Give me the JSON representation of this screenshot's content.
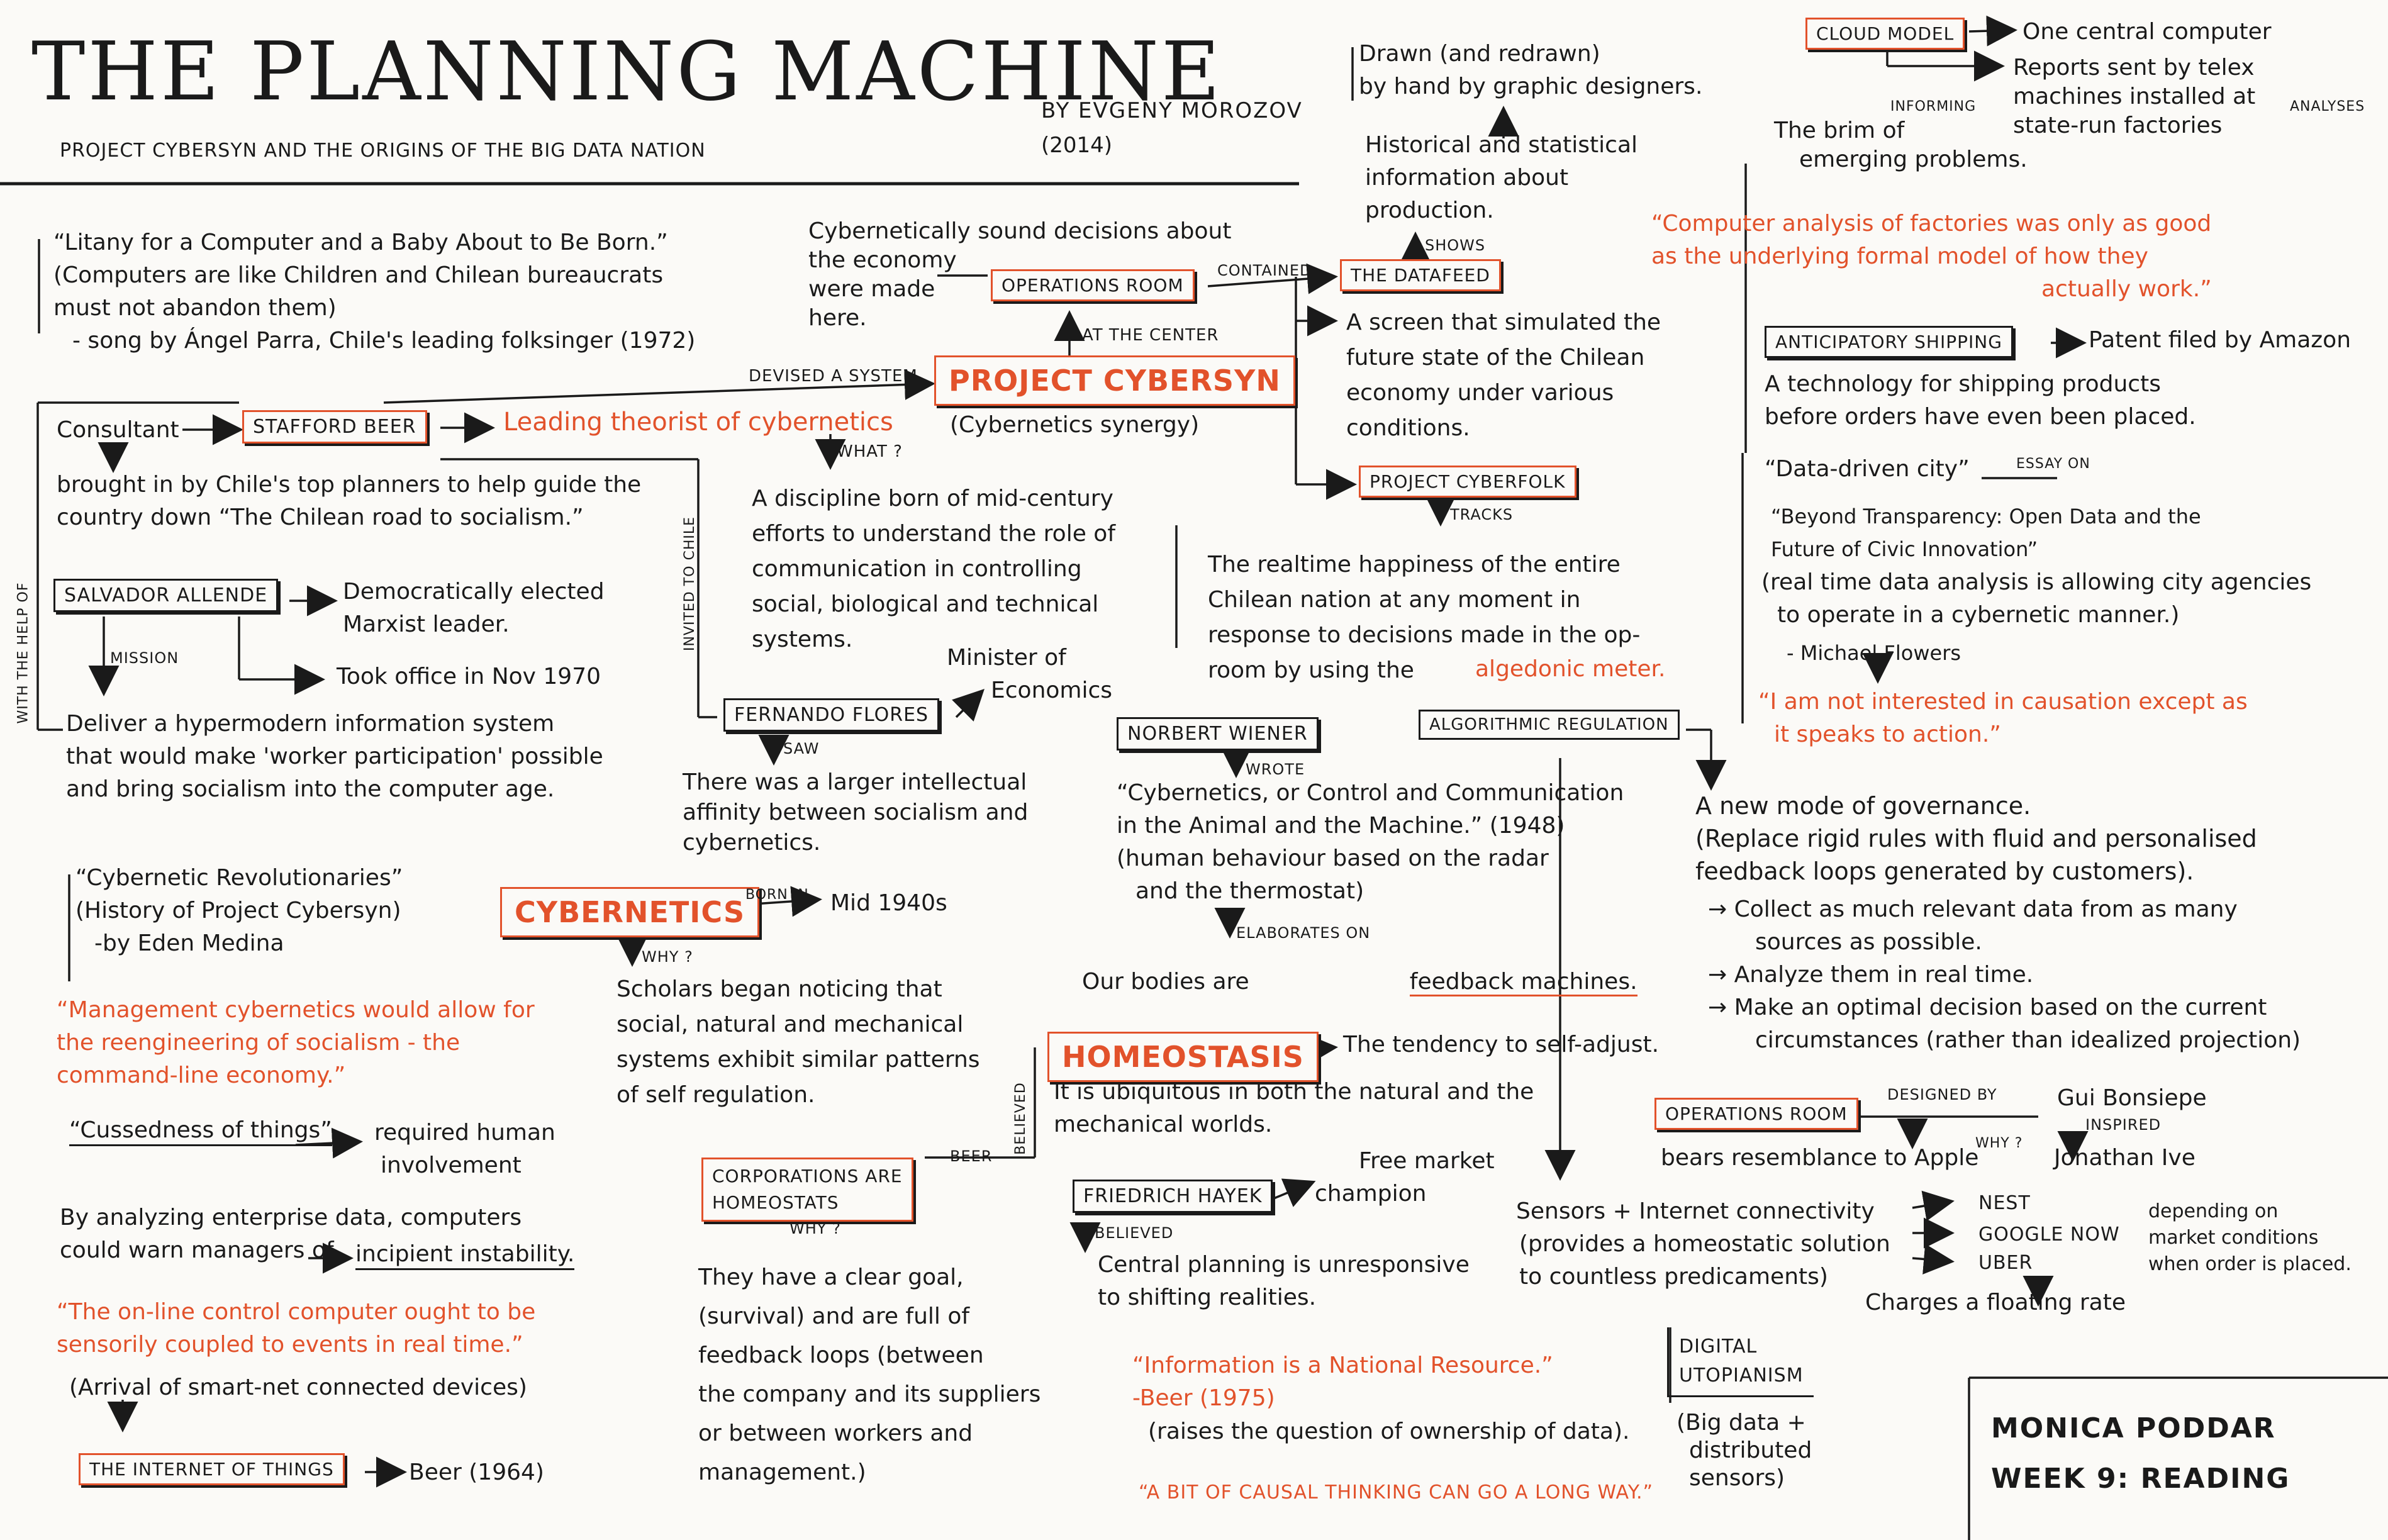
{
  "header": {
    "title": "THE PLANNING MACHINE",
    "author": "BY EVGENY MOROZOV",
    "year": "(2014)",
    "subtitle": "PROJECT CYBERSYN AND THE ORIGINS OF THE BIG DATA NATION"
  },
  "left": {
    "song_lines": [
      "“Litany for a Computer and a Baby About to Be Born.”",
      "(Computers are like Children and Chilean bureaucrats",
      "must not abandon them)",
      "- song by Ángel Parra, Chile's leading folksinger (1972)"
    ],
    "consultant": "Consultant",
    "stafford_beer": "STAFFORD BEER",
    "leading_theorist": "Leading theorist of cybernetics",
    "brought_lines": [
      "brought in by Chile's top planners to help guide the",
      "country down “The Chilean road to socialism.”"
    ],
    "with_help_of": "WITH THE HELP OF",
    "salvador_allende": "SALVADOR ALLENDE",
    "allende_desc": [
      "Democratically elected",
      "Marxist leader."
    ],
    "mission": "MISSION",
    "took_office": "Took office in Nov 1970",
    "deliver_lines": [
      "Deliver a hypermodern information system",
      "that would make 'worker participation' possible",
      "and bring socialism into the computer age."
    ],
    "book_lines": [
      "“Cybernetic Revolutionaries”",
      "(History of Project Cybersyn)",
      "-by Eden Medina"
    ],
    "mgmt_quote": [
      "“Management cybernetics would allow for",
      "the reengineering of socialism - the",
      "command-line economy.”"
    ],
    "cussedness": "“Cussedness of things”",
    "required_human": [
      "required human",
      "involvement"
    ],
    "analyzing": [
      "By analyzing enterprise data, computers",
      "could warn managers of"
    ],
    "incipient": "incipient instability.",
    "online_quote": [
      "“The on-line control computer ought to be",
      "sensorily coupled to events in real time.”"
    ],
    "arrival": "(Arrival of smart-net connected devices)",
    "iot": "THE INTERNET OF THINGS",
    "beer_1964": "Beer (1964)"
  },
  "center": {
    "cyber_sound": [
      "Cybernetically sound decisions about",
      "the economy",
      "were made",
      "here."
    ],
    "operations_room": "OPERATIONS ROOM",
    "contained": "CONTAINED",
    "at_the_center": "AT THE CENTER",
    "devised": "DEVISED A SYSTEM",
    "project_cybersyn": "PROJECT CYBERSYN",
    "cybersyn_sub": "(Cybernetics synergy)",
    "what": "WHAT ?",
    "discipline": [
      "A discipline born of mid-century",
      "efforts to understand the role of",
      "communication in controlling",
      "social, biological and technical",
      "systems."
    ],
    "invited": "INVITED TO CHILE",
    "fernando": "FERNANDO FLORES",
    "minister": [
      "Minister of",
      "Economics"
    ],
    "saw": "SAW",
    "larger_affinity": [
      "There was a larger intellectual",
      "affinity between socialism and",
      "cybernetics."
    ],
    "cybernetics": "CYBERNETICS",
    "born_in": "BORN IN",
    "mid1940s": "Mid 1940s",
    "why1": "WHY ?",
    "scholars": [
      "Scholars began noticing that",
      "social, natural and mechanical",
      "systems exhibit similar patterns",
      "of self regulation."
    ],
    "homeostasis": "HOMEOSTASIS",
    "tendency": "The tendency to self-adjust.",
    "ubiquitous": [
      "It is ubiquitous in both the natural and the",
      "mechanical worlds."
    ],
    "believed": "BELIEVED",
    "beer_label": "BEER",
    "corporations": [
      "CORPORATIONS ARE",
      "HOMEOSTATS"
    ],
    "why2": "WHY ?",
    "clear_goal": [
      "They have a clear goal,",
      "(survival) and are full of",
      "feedback loops (between",
      "the company and its suppliers",
      "or between workers and",
      "management.)"
    ],
    "datafeed": "THE DATAFEED",
    "shows": "SHOWS",
    "historical": [
      "Historical and statistical",
      "information about",
      "production."
    ],
    "drawn": [
      "Drawn (and redrawn)",
      "by hand by graphic designers."
    ],
    "screen": [
      "A screen that simulated the",
      "future state of the Chilean",
      "economy under various",
      "conditions."
    ],
    "cyberfolk": "PROJECT CYBERFOLK",
    "tracks": "TRACKS",
    "realtime": [
      "The realtime happiness of the entire",
      "Chilean nation at any moment in",
      "response to decisions made in the op-",
      "room by using the"
    ],
    "algedonic": "algedonic meter.",
    "wiener": "NORBERT WIENER",
    "wrote": "WROTE",
    "wiener_book": [
      "“Cybernetics, or Control and Communication",
      "in the Animal and the Machine.” (1948)",
      "(human behaviour based on the radar",
      "and the thermostat)"
    ],
    "elaborates": "ELABORATES ON",
    "feedback_machines": [
      "Our bodies are",
      "feedback machines."
    ],
    "hayek": "FRIEDRICH HAYEK",
    "free_market": [
      "Free market",
      "champion"
    ],
    "believed2": "BELIEVED",
    "central_planning": [
      "Central planning is unresponsive",
      "to shifting realities."
    ],
    "info_quote": [
      "“Information is a National Resource.”",
      "-Beer (1975)"
    ],
    "raises": "(raises the question of ownership of data).",
    "causal_quote": "“A BIT OF CAUSAL THINKING CAN GO A LONG WAY.”"
  },
  "right": {
    "cloud_model": "CLOUD MODEL",
    "one_central": "One central computer",
    "reports": [
      "Reports sent by telex",
      "machines installed at",
      "state-run factories"
    ],
    "informing": "INFORMING",
    "analyses": "ANALYSES",
    "brim": [
      "The brim of",
      "emerging problems."
    ],
    "computer_quote": [
      "“Computer analysis of factories was only as good",
      "as the underlying formal model of how they",
      "actually work.”"
    ],
    "anticipatory": "ANTICIPATORY SHIPPING",
    "patent": "Patent filed by Amazon",
    "anticipatory_desc": [
      "A technology for shipping products",
      "before orders have even been placed."
    ],
    "data_city": "“Data-driven city”",
    "essay_on": "ESSAY ON",
    "beyond": [
      "“Beyond Transparency: Open Data and the",
      "Future of Civic Innovation”"
    ],
    "realtime_city": [
      "(real time data analysis is allowing city agencies",
      "to operate in a cybernetic manner.)"
    ],
    "flowers": "- Michael Flowers",
    "causation_quote": [
      "“I am not interested in causation except as",
      "it speaks to action.”"
    ],
    "algorithmic": "ALGORITHMIC REGULATION",
    "new_mode": [
      "A new mode of governance.",
      "(Replace rigid rules with fluid and personalised",
      "feedback loops generated by customers)."
    ],
    "bullets": [
      "→ Collect as much relevant data from as many",
      "sources as possible.",
      "→ Analyze them in real time.",
      "→ Make an optimal decision based on the current",
      "circumstances (rather than idealized projection)"
    ],
    "ops_room2": "OPERATIONS ROOM",
    "designed_by": "DESIGNED BY",
    "gui": "Gui Bonsiepe",
    "inspired": "INSPIRED",
    "ive": "Jonathan Ive",
    "bears": "bears resemblance to Apple",
    "why3": "WHY ?",
    "sensors": [
      "Sensors + Internet connectivity",
      "(provides a homeostatic solution",
      "to countless predicaments)"
    ],
    "nest": "NEST",
    "google": "GOOGLE NOW",
    "uber": "UBER",
    "depending": [
      "depending on",
      "market conditions",
      "when order is placed."
    ],
    "charges": "Charges a floating rate",
    "digital": [
      "DIGITAL",
      "UTOPIANISM"
    ],
    "bigdata": [
      "(Big data +",
      "distributed",
      "sensors)"
    ]
  },
  "signature": {
    "name": "MONICA PODDAR",
    "week": "WEEK 9: READING"
  },
  "colors": {
    "accent": "#e2522b",
    "ink": "#1a1a1a",
    "paper": "#fbfaf7"
  }
}
